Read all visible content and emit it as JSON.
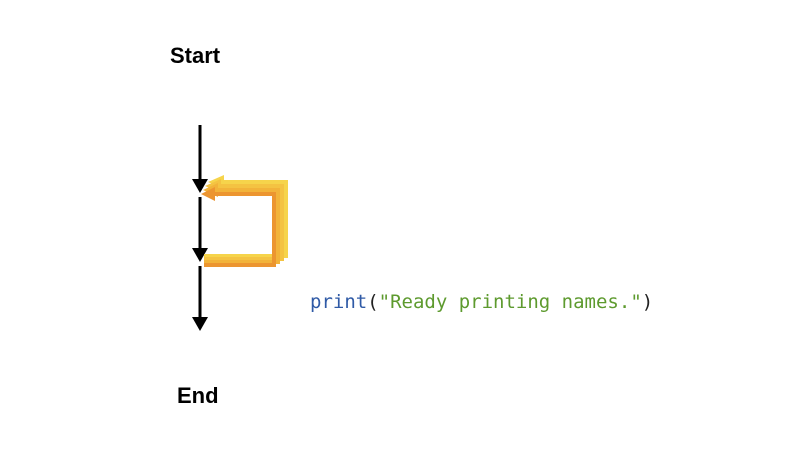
{
  "labels": {
    "start": "Start",
    "end": "End"
  },
  "code": {
    "function": "print",
    "open_paren": "(",
    "string": "\"Ready printing names.\"",
    "close_paren": ")"
  },
  "colors": {
    "arrow": "#000000",
    "loop_light": "#f6d44b",
    "loop_mid": "#f2b33a",
    "loop_dark": "#ec9530",
    "function": "#2f5aa6",
    "string": "#5d9a2e"
  }
}
